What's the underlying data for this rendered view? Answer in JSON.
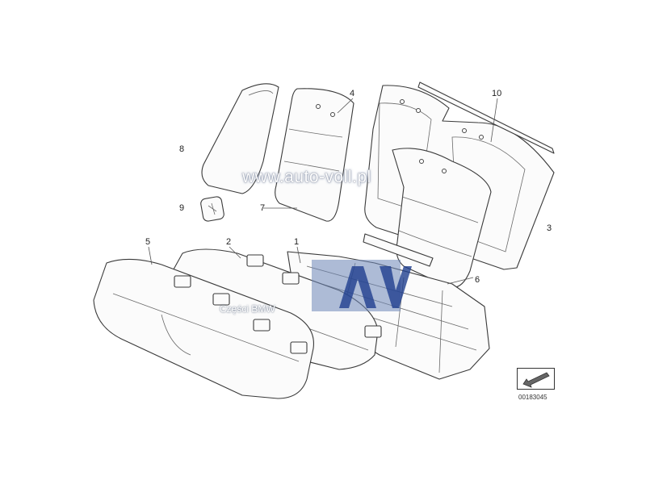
{
  "callouts": [
    {
      "id": "1",
      "label": "1"
    },
    {
      "id": "2",
      "label": "2"
    },
    {
      "id": "3",
      "label": "3"
    },
    {
      "id": "4",
      "label": "4"
    },
    {
      "id": "5",
      "label": "5"
    },
    {
      "id": "6",
      "label": "6"
    },
    {
      "id": "7",
      "label": "7"
    },
    {
      "id": "8",
      "label": "8"
    },
    {
      "id": "9",
      "label": "9"
    },
    {
      "id": "10",
      "label": "10"
    }
  ],
  "watermark": {
    "url": "www.auto-voll.pl",
    "logo_text": "Części BMW"
  },
  "diagram_id": "00183045",
  "icons": {
    "orientation": "arrow-down-left-icon"
  },
  "colors": {
    "line": "#3a3a3a",
    "logo_blue": "#1f3f8f"
  }
}
